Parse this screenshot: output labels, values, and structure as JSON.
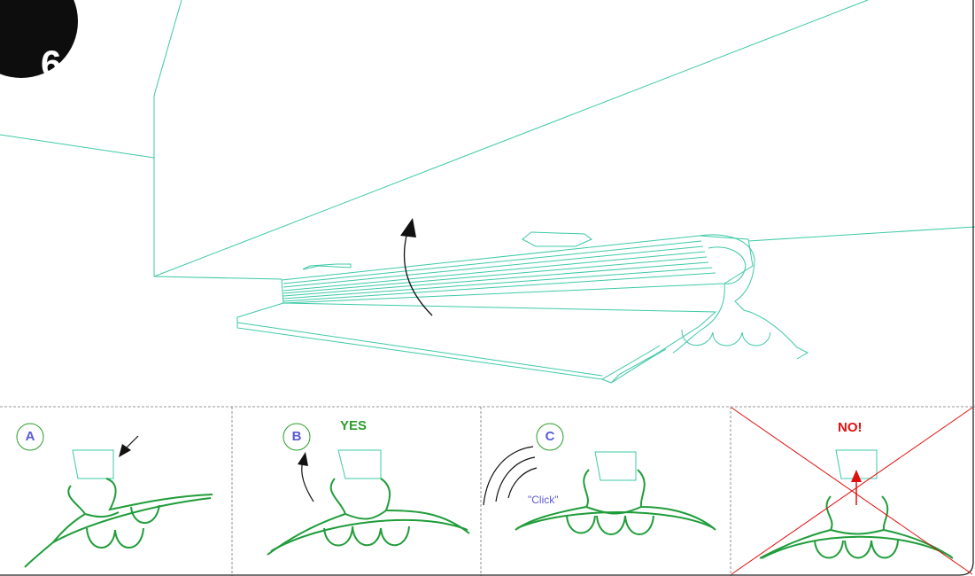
{
  "step": {
    "number": "6"
  },
  "panels": [
    {
      "letter": "A",
      "tag": ""
    },
    {
      "letter": "B",
      "tag": "YES"
    },
    {
      "letter": "C",
      "tag": "",
      "sound": "\"Click\""
    },
    {
      "letter": "",
      "tag": "NO!"
    }
  ],
  "colors": {
    "line": "#3ec9a7",
    "profile": "#1f9d3a",
    "letter": "#5b5bd6",
    "yes": "#2a9d2a",
    "no": "#e01010",
    "badge": "#0d0d0d"
  }
}
